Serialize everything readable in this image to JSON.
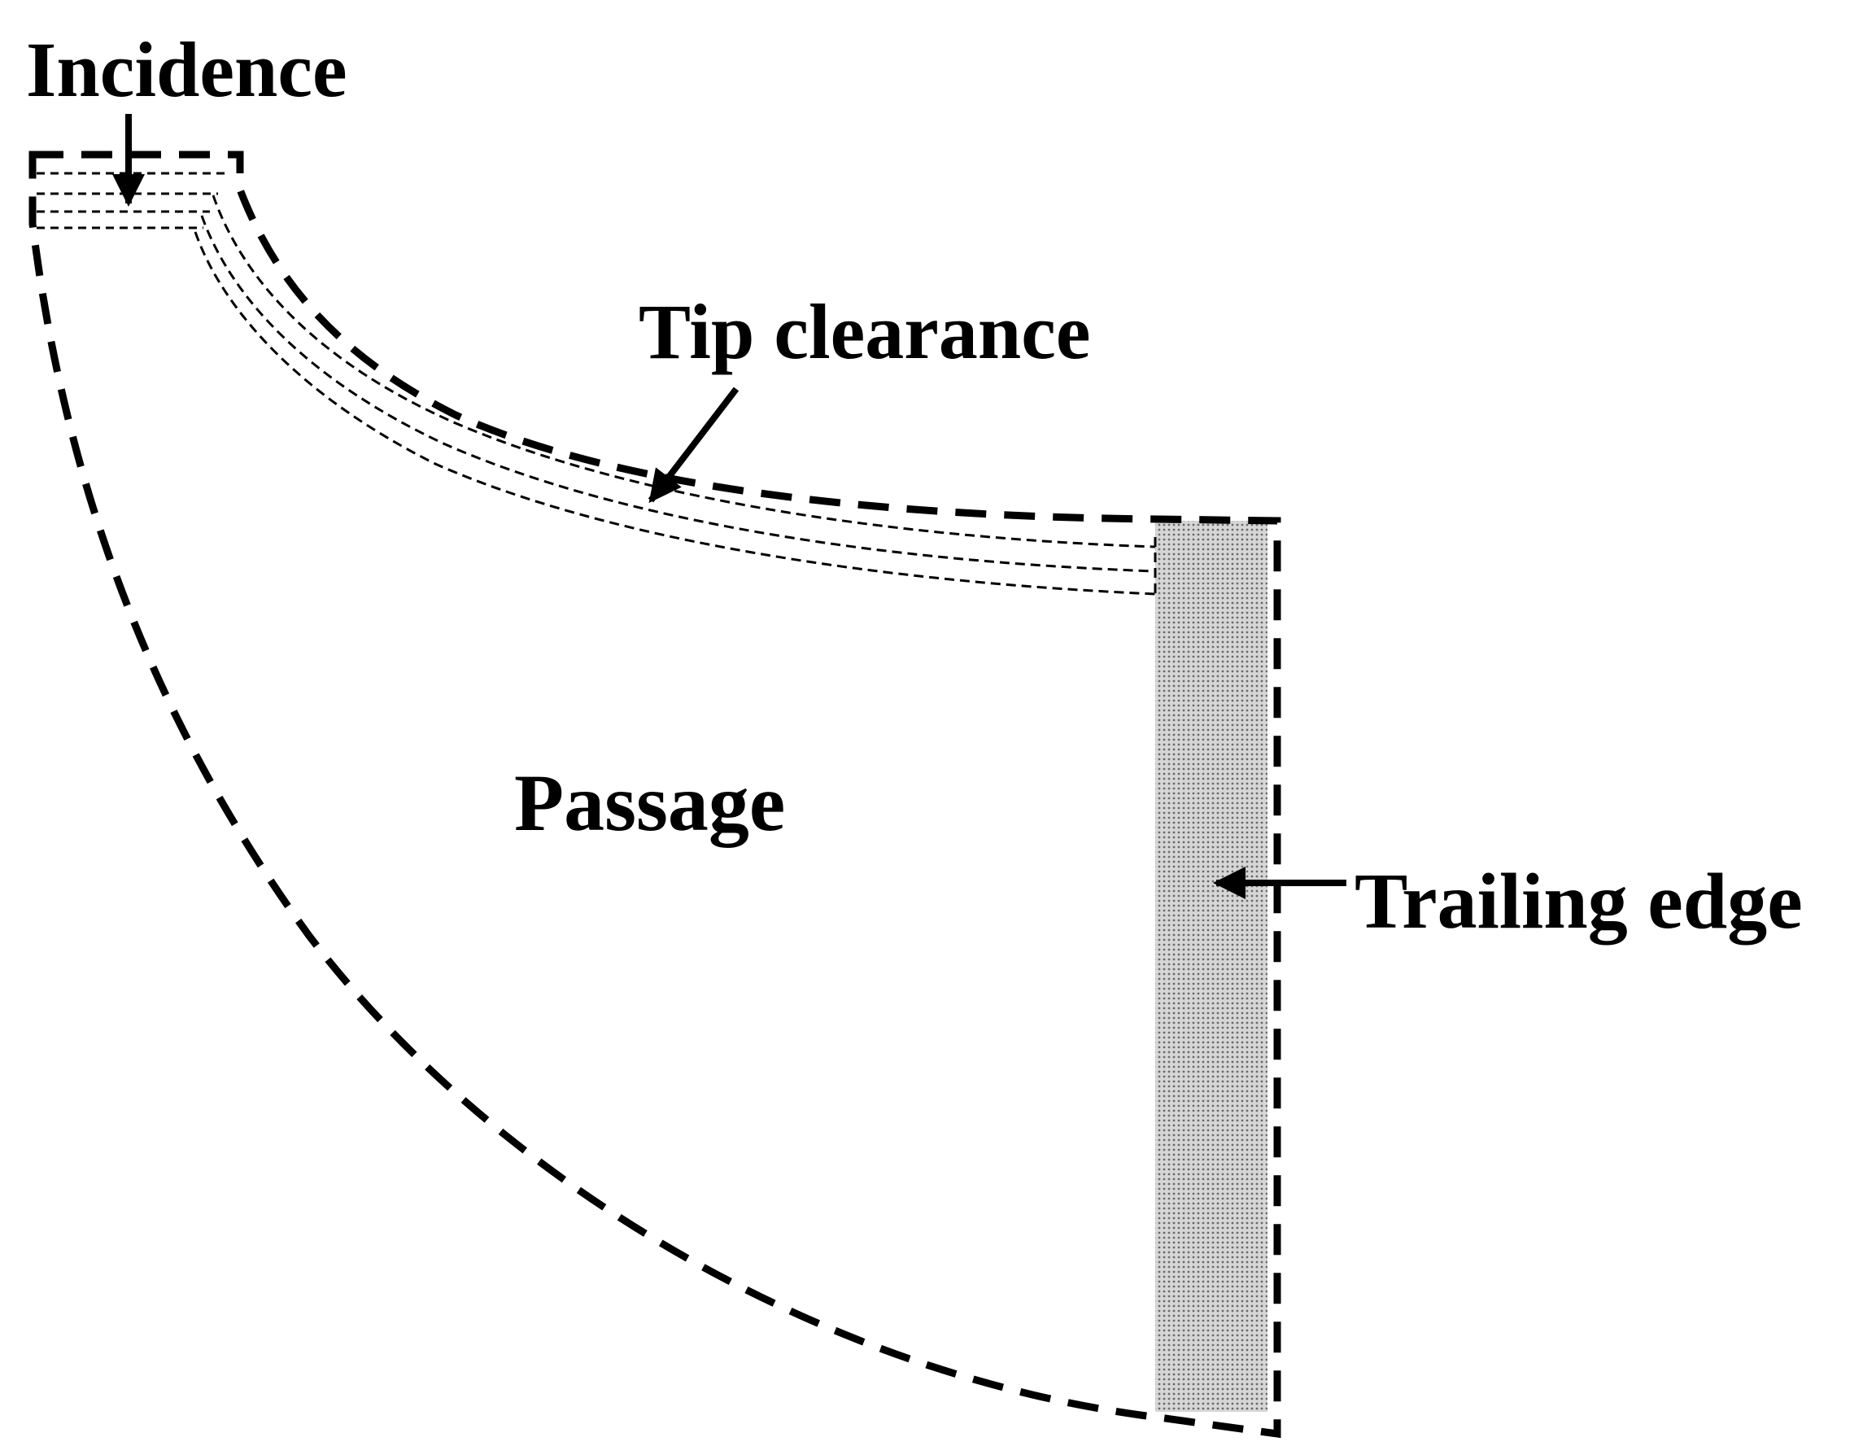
{
  "labels": {
    "incidence": "Incidence",
    "tip_clearance": "Tip clearance",
    "passage": "Passage",
    "trailing_edge": "Trailing edge"
  },
  "colors": {
    "stroke": "#000000",
    "trailing_edge_fill": "#b8b8b8",
    "background": "#ffffff"
  }
}
